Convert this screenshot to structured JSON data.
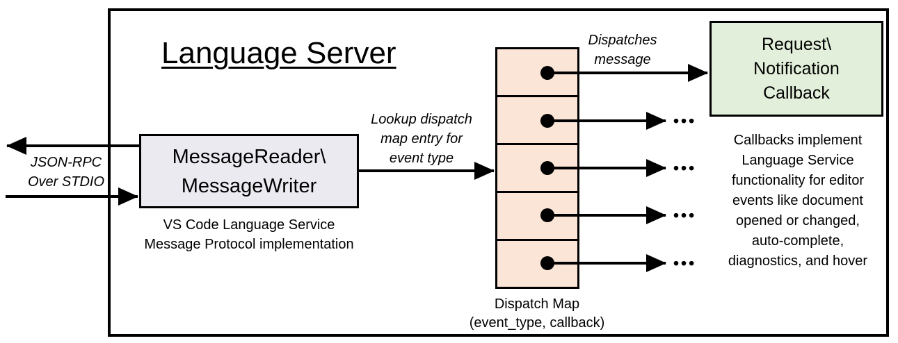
{
  "title": "Language Server",
  "stdio_label": {
    "line1": "JSON-RPC",
    "line2": "Over STDIO"
  },
  "message_box": {
    "line1": "MessageReader\\",
    "line2": "MessageWriter"
  },
  "message_box_caption": {
    "line1": "VS Code Language Service",
    "line2": "Message Protocol implementation"
  },
  "lookup_label": {
    "line1": "Lookup dispatch",
    "line2": "map entry for",
    "line3": "event type"
  },
  "dispatches_label": {
    "line1": "Dispatches",
    "line2": "message"
  },
  "callback_box": {
    "line1": "Request\\",
    "line2": "Notification",
    "line3": "Callback"
  },
  "callback_note": {
    "lines": [
      "Callbacks implement",
      "Language Service",
      "functionality for editor",
      "events like document",
      "opened or changed,",
      "auto-complete,",
      "diagnostics, and hover"
    ]
  },
  "dispatch_map_caption": {
    "line1": "Dispatch Map",
    "line2": "(event_type, callback)"
  },
  "dispatch_map_rows": 5,
  "ellipsis": "•••",
  "colors": {
    "message_box_fill": "#EBEAF1",
    "dispatch_map_fill": "#FBE5D6",
    "callback_box_fill": "#E2EFDA",
    "line_color": "#000000",
    "background": "#FFFFFF"
  }
}
